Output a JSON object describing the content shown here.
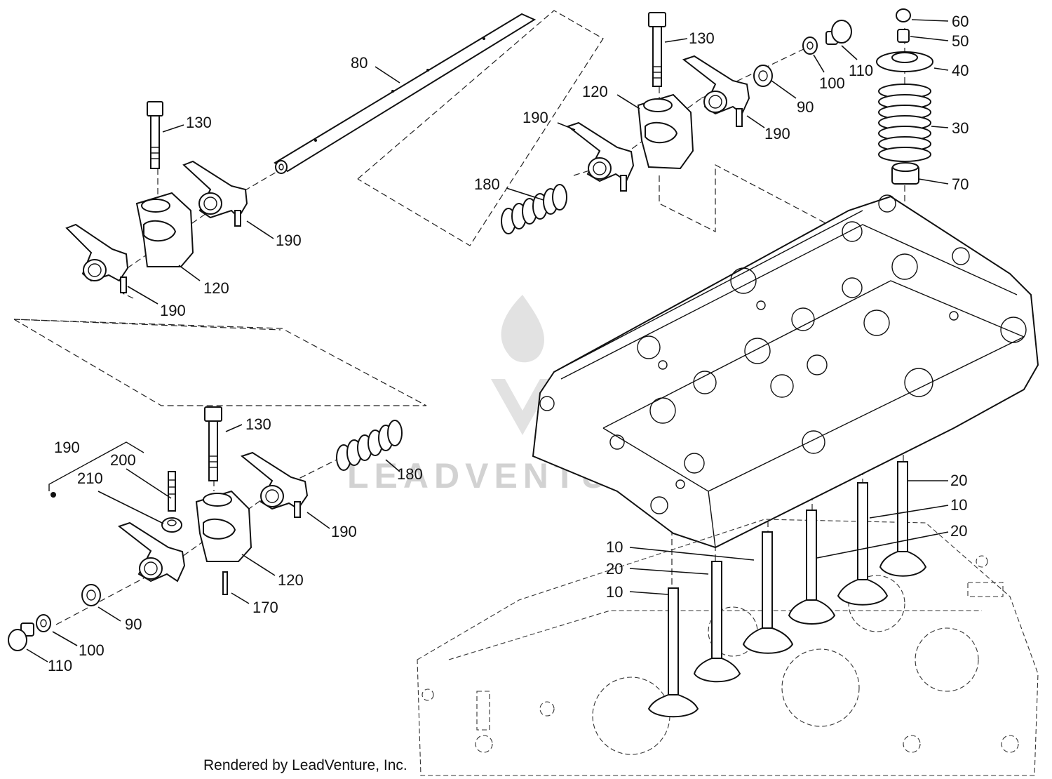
{
  "footer": {
    "credit": "Rendered by LeadVenture, Inc."
  },
  "watermark": {
    "text": "LEADVENTURE"
  },
  "callouts": {
    "c_80": "80",
    "c_130_left": "130",
    "c_190_left_upper": "190",
    "c_120_left": "120",
    "c_190_left_lower": "190",
    "c_130_top": "130",
    "c_110_top": "110",
    "c_100_top": "100",
    "c_90_top": "90",
    "c_120_top": "120",
    "c_190_top_left": "190",
    "c_190_top_right": "190",
    "c_180_top": "180",
    "c_60": "60",
    "c_50": "50",
    "c_40": "40",
    "c_30": "30",
    "c_70": "70",
    "c_190_bottom_group": "190",
    "c_200": "200",
    "c_210": "210",
    "c_130_bottom": "130",
    "c_180_bottom": "180",
    "c_190_bottom_right": "190",
    "c_120_bottom": "120",
    "c_170": "170",
    "c_90_bottom": "90",
    "c_100_bottom": "100",
    "c_110_bottom": "110",
    "c_20_a": "20",
    "c_10_a": "10",
    "c_20_b": "20",
    "c_10_b": "10",
    "c_20_c": "20",
    "c_10_c": "10"
  }
}
